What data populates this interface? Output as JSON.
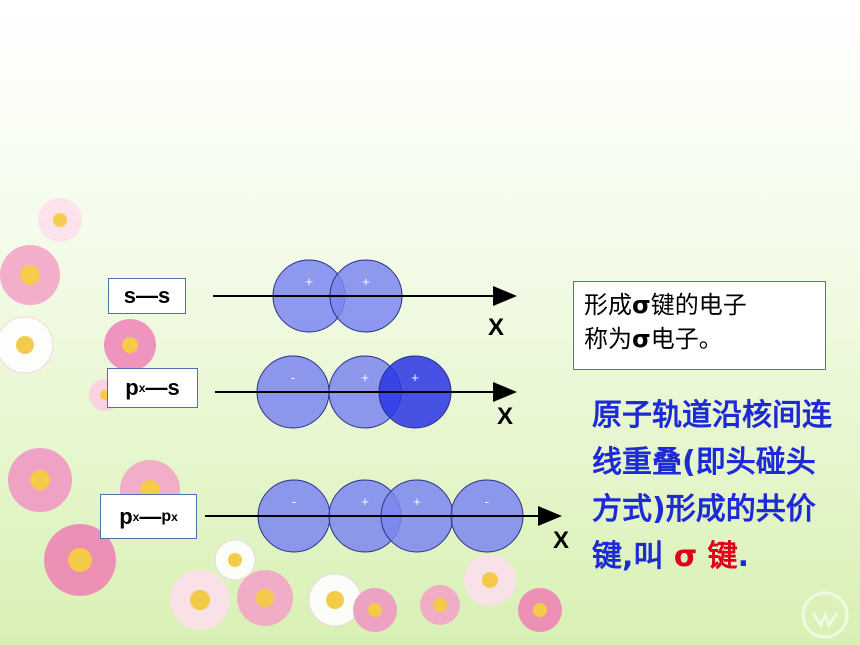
{
  "rows": [
    {
      "label_main": "s",
      "label_mid": "—",
      "label_end": "s",
      "label_sub1": "",
      "label_sub2": "",
      "axis_label": "X",
      "lobes": [
        {
          "sign": "+",
          "tone": "light"
        },
        {
          "sign": "+",
          "tone": "light"
        }
      ]
    },
    {
      "label_main": "p",
      "label_sub1": "x",
      "label_mid": "—",
      "label_end": "s",
      "label_sub2": "",
      "axis_label": "X",
      "lobes": [
        {
          "sign": "-",
          "tone": "light"
        },
        {
          "sign": "+",
          "tone": "light"
        },
        {
          "sign": "+",
          "tone": "dark"
        }
      ]
    },
    {
      "label_main": "p",
      "label_sub1": "x",
      "label_mid": "—",
      "label_end": "p",
      "label_sub2": "x",
      "axis_label": "X",
      "lobes": [
        {
          "sign": "-",
          "tone": "light"
        },
        {
          "sign": "+",
          "tone": "light"
        },
        {
          "sign": "+",
          "tone": "light"
        },
        {
          "sign": "-",
          "tone": "light"
        }
      ]
    }
  ],
  "info": {
    "line1_a": "形成",
    "line1_sigma": "σ",
    "line1_b": "键的电子",
    "line2_a": "称为",
    "line2_sigma": "σ",
    "line2_b": "电子。"
  },
  "description": {
    "text": "原子轨道沿核间连线重叠(即头碰头方式)形成的共价键,叫 ",
    "sigma": "σ",
    "suffix": " 键",
    "end": "."
  },
  "colors": {
    "lobe_light": "#7b86f0",
    "lobe_dark": "#2a35e6",
    "lobe_stroke": "#2b2f8a",
    "desc_text": "#1d2ad6",
    "sigma_red": "#e0001a"
  }
}
